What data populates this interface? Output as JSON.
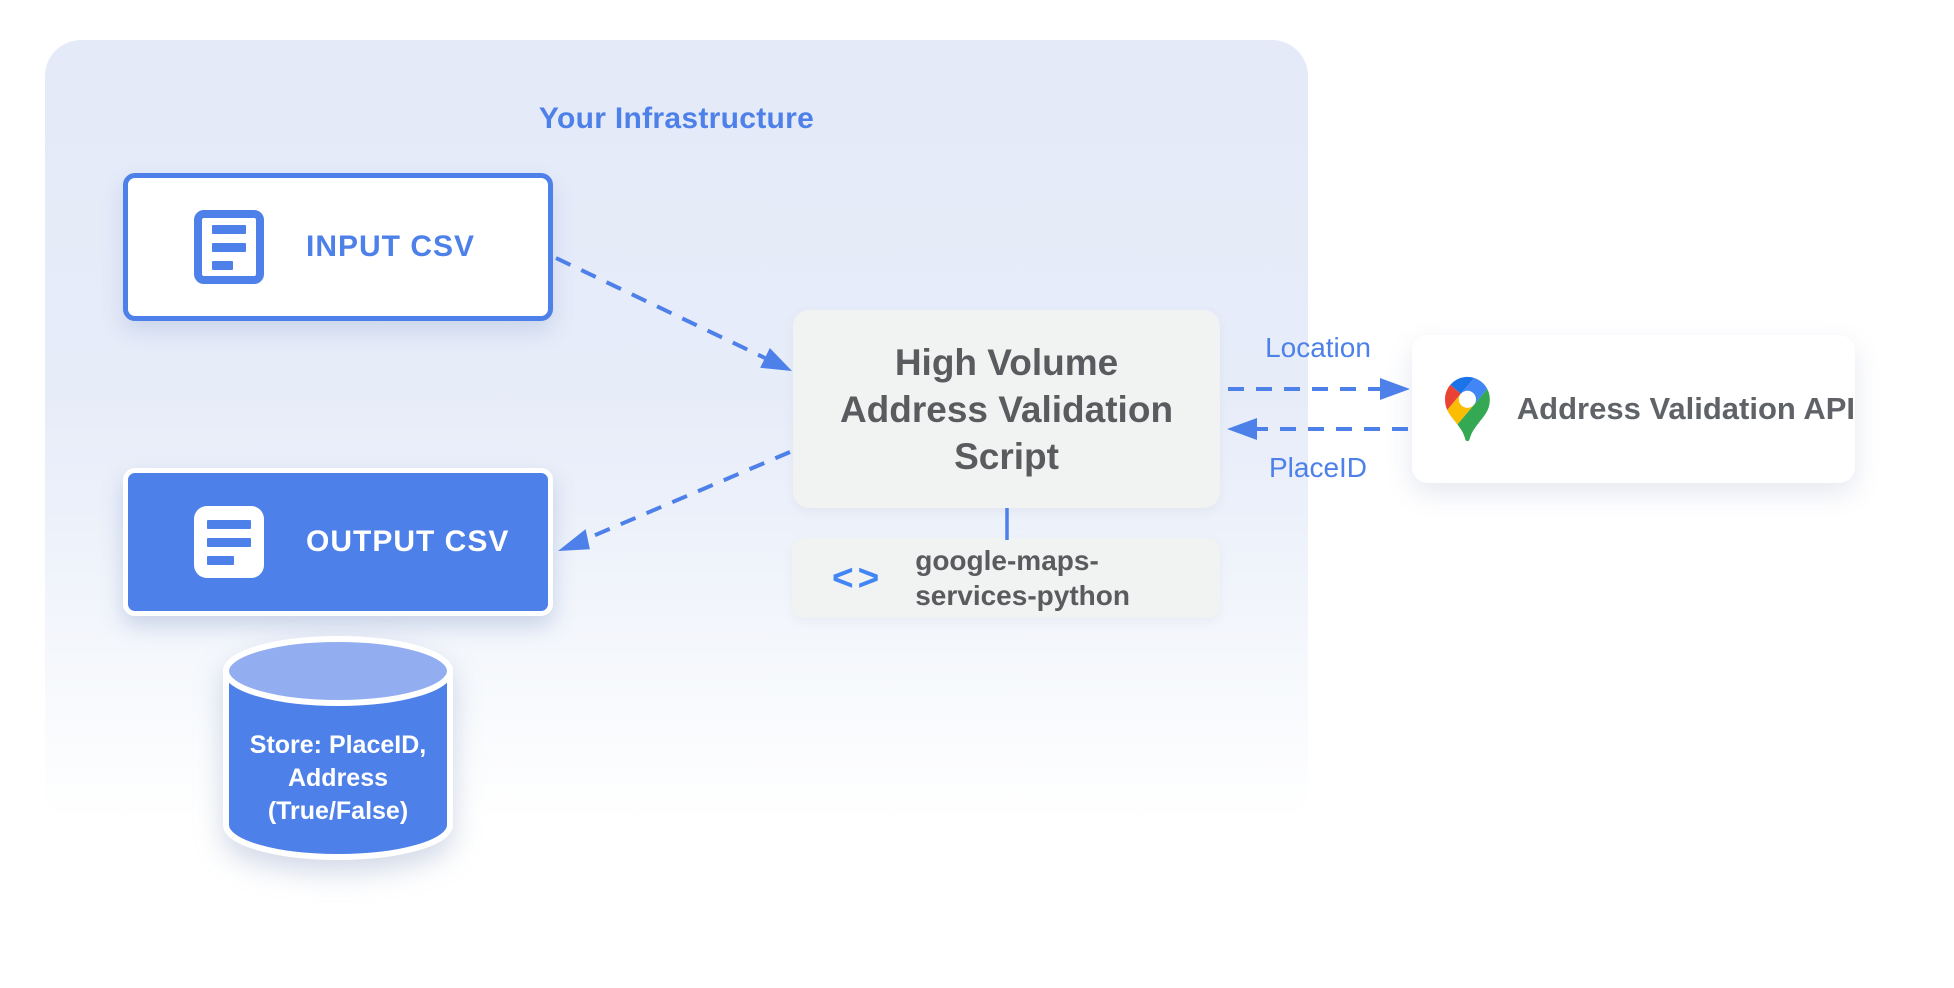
{
  "diagram": {
    "infrastructure_panel": {
      "title": "Your Infrastructure"
    },
    "nodes": {
      "input_csv": {
        "label": "INPUT CSV",
        "icon": "document-icon"
      },
      "output_csv": {
        "label": "OUTPUT CSV",
        "icon": "document-icon"
      },
      "datastore": {
        "lines": [
          "Store: PlaceID,",
          "Address",
          "(True/False)"
        ]
      },
      "script": {
        "lines": [
          "High Volume",
          "Address Validation",
          "Script"
        ]
      },
      "library": {
        "lines": [
          "google-maps-",
          "services-python"
        ],
        "icon": "code-icon",
        "icon_glyph_left": "<",
        "icon_glyph_right": ">"
      },
      "api": {
        "label": "Address Validation API",
        "icon": "google-maps-pin-icon"
      }
    },
    "edges": {
      "location_label": "Location",
      "placeid_label": "PlaceID"
    },
    "colors": {
      "accent_blue": "#4D80E8",
      "cylinder_top_blue": "#92ADF0",
      "panel_background": "#E4EAF8",
      "node_gray": "#F1F2F2",
      "dark_text": "#595B5E",
      "pin_blue_dark": "#1A73E8",
      "pin_red": "#EA4335",
      "pin_blue": "#4285F4",
      "pin_yellow": "#FBBC04",
      "pin_green": "#34A853"
    }
  }
}
